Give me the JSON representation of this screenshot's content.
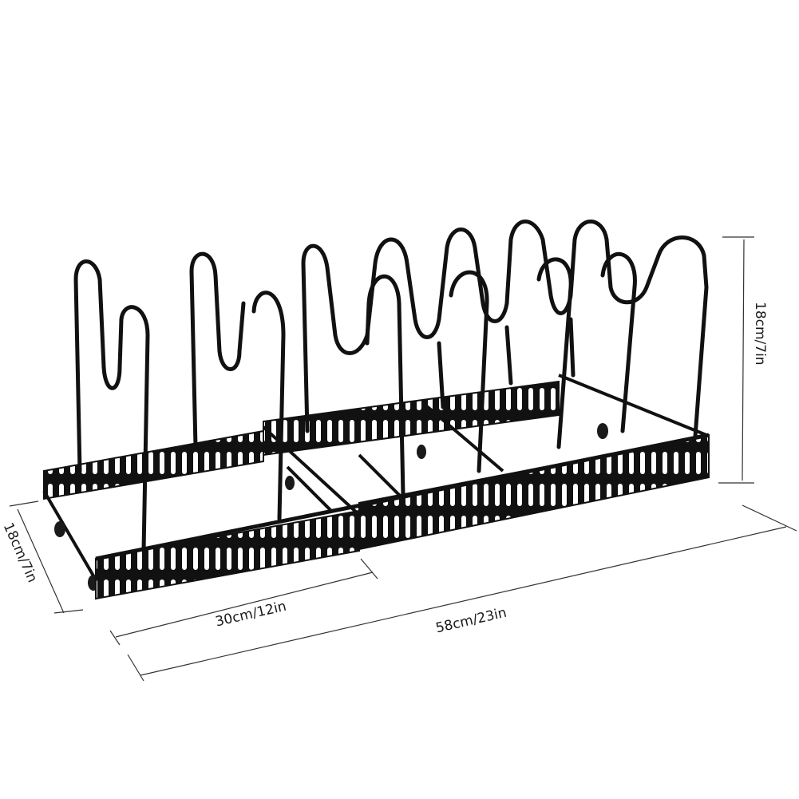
{
  "product": {
    "name": "Expandable pot lid organizer rack",
    "color": "#111111",
    "dividers_count": 10
  },
  "dimensions": {
    "height": {
      "label": "18cm/7in"
    },
    "depth": {
      "label": "18cm/7in"
    },
    "min_length": {
      "label": "30cm/12in"
    },
    "max_length": {
      "label": "58cm/23in"
    }
  },
  "colors": {
    "background": "#ffffff",
    "metal": "#111111",
    "dimension_line": "#333333",
    "text": "#1a1a1a"
  }
}
